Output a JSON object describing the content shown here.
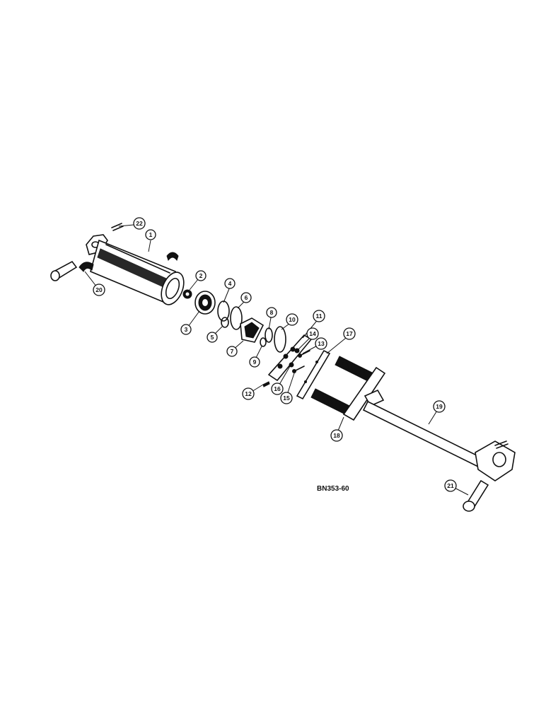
{
  "diagram": {
    "reference_code": "BN353-60",
    "callouts": [
      "1",
      "2",
      "3",
      "4",
      "5",
      "6",
      "7",
      "8",
      "9",
      "10",
      "11",
      "12",
      "13",
      "14",
      "15",
      "16",
      "17",
      "18",
      "19",
      "20",
      "21",
      "22"
    ]
  }
}
